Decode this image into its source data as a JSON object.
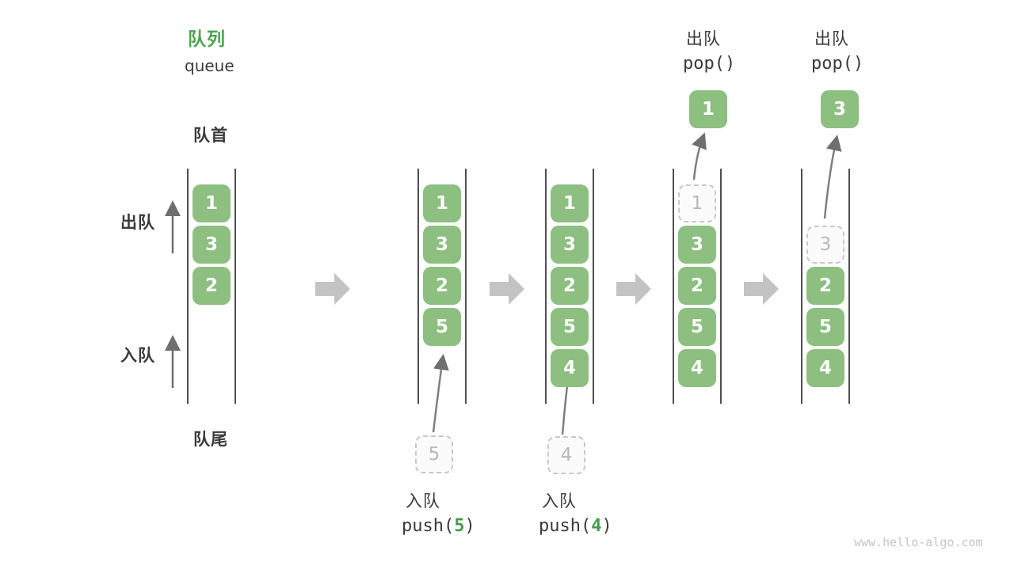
{
  "title": {
    "main": "队列",
    "sub": "queue"
  },
  "labels": {
    "front": "队首",
    "rear": "队尾",
    "dequeue_side": "出队",
    "enqueue_side": "入队"
  },
  "columns": [
    {
      "step": 1,
      "cells": [
        {
          "value": "1"
        },
        {
          "value": "3"
        },
        {
          "value": "2"
        }
      ]
    },
    {
      "step": 2,
      "cells": [
        {
          "value": "1"
        },
        {
          "value": "3"
        },
        {
          "value": "2"
        },
        {
          "value": "5"
        }
      ],
      "enqueue": {
        "label": "入队",
        "code_prefix": "push(",
        "arg": "5",
        "code_suffix": ")",
        "staged": "5"
      }
    },
    {
      "step": 3,
      "cells": [
        {
          "value": "1"
        },
        {
          "value": "3"
        },
        {
          "value": "2"
        },
        {
          "value": "5"
        },
        {
          "value": "4"
        }
      ],
      "enqueue": {
        "label": "入队",
        "code_prefix": "push(",
        "arg": "4",
        "code_suffix": ")",
        "staged": "4"
      }
    },
    {
      "step": 4,
      "cells": [
        {
          "value": "1",
          "state": "popped"
        },
        {
          "value": "3"
        },
        {
          "value": "2"
        },
        {
          "value": "5"
        },
        {
          "value": "4"
        }
      ],
      "dequeue": {
        "label": "出队",
        "code": "pop()",
        "popped": "1"
      }
    },
    {
      "step": 5,
      "cells": [
        {
          "value": "3",
          "state": "popped"
        },
        {
          "value": "2"
        },
        {
          "value": "5"
        },
        {
          "value": "4"
        }
      ],
      "dequeue": {
        "label": "出队",
        "code": "pop()",
        "popped": "3"
      }
    }
  ],
  "watermark": "www.hello-algo.com",
  "colors": {
    "box_green": "#8CBF80",
    "accent_green": "#4AA552",
    "code_arg_green": "#469A4C",
    "block_arrow_gray": "#C3C3C3",
    "column_line_dark": "#4F4F4F",
    "dashed_border_gray": "#C9C9C9",
    "text_dark": "#3A3A3A",
    "watermark_gray": "#C5C5C5"
  }
}
